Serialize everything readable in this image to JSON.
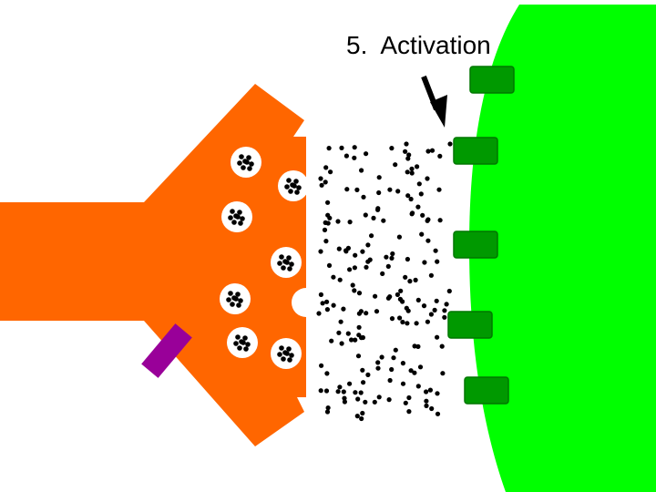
{
  "caption": "5.  Activation",
  "colors": {
    "presynaptic": "#ff6600",
    "postsynaptic": "#00ff00",
    "receptor": "#009900",
    "receptor_edge": "#007700",
    "transporter": "#990099",
    "vesicle": "#ffffff",
    "neurotransmitter": "#000000",
    "arrow": "#000000"
  },
  "icons": {
    "arrow": "arrow-down-right-icon"
  },
  "elements": {
    "presynaptic_terminal": "presynaptic-terminal",
    "postsynaptic_membrane": "postsynaptic-membrane",
    "vesicles": "synaptic-vesicle",
    "receptors": "receptor",
    "transporter": "reuptake-transporter",
    "neurotransmitters": "neurotransmitter-molecule"
  }
}
